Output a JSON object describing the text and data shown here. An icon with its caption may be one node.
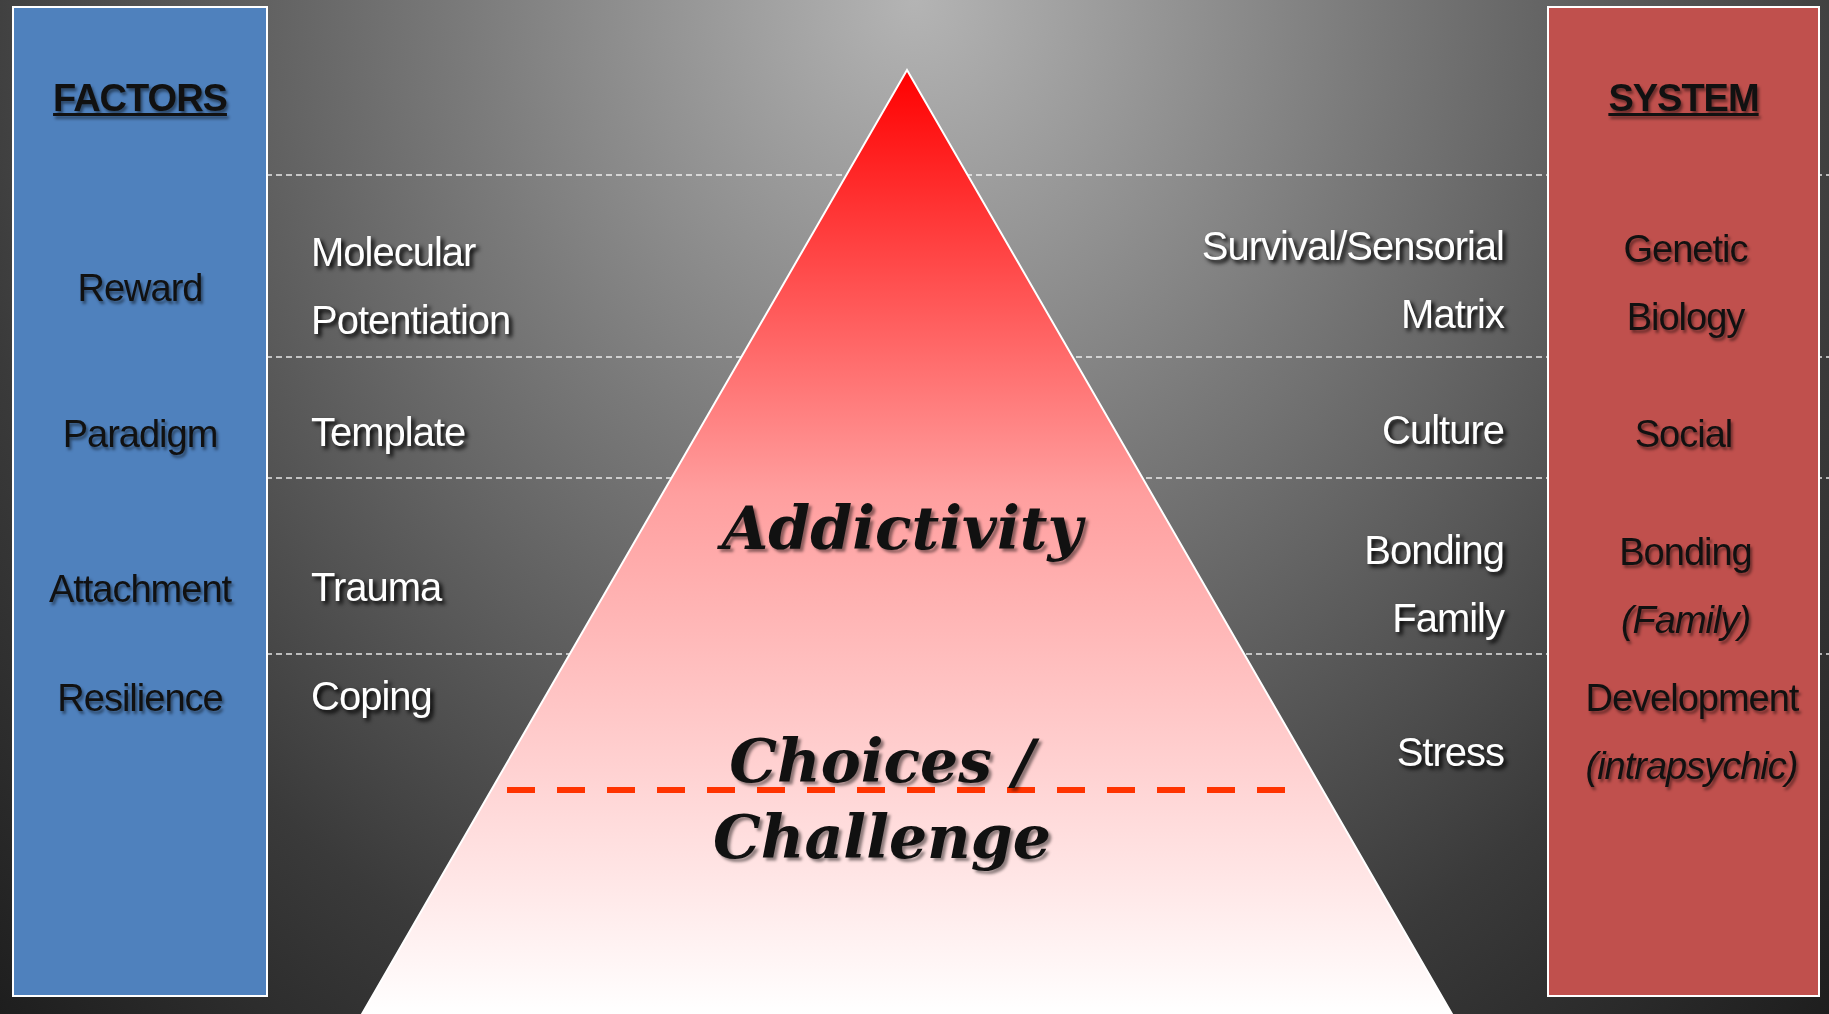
{
  "diagram": {
    "nodes": [
      {
        "text": [
          "FACTORS",
          "Reward",
          "Paradigm",
          "Attachment",
          "Resilience"
        ]
      },
      {
        "text": [
          "SYSTEM",
          "Genetic Biology",
          "Social",
          "Bonding *(Family)*",
          "Development *(intrapsychic)*"
        ]
      },
      {
        "text": [
          "Addictivity",
          "Choices / Challenge"
        ]
      }
    ],
    "labels": [
      "Molecular Potentiation",
      "Survival/Sensorial Matrix",
      "Template",
      "Culture",
      "Trauma",
      "Bonding Family",
      "Coping",
      "Stress"
    ]
  }
}
